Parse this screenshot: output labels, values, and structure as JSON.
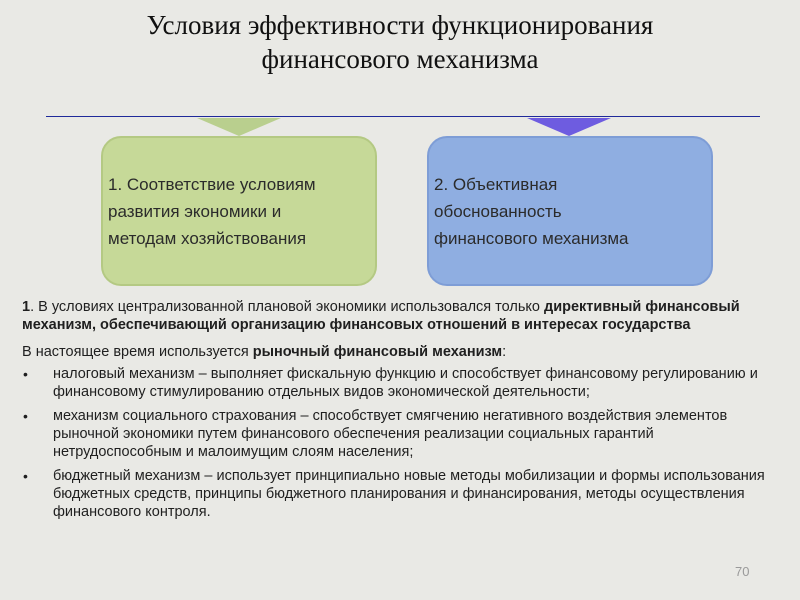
{
  "title": {
    "line1": "Условия эффективности функционирования",
    "line2": "финансового механизма"
  },
  "colors": {
    "left_box": "#c6d998",
    "right_box": "#8faee1",
    "left_arrow": "#b9cf8e",
    "right_arrow": "#6e5ce0",
    "rule": "#1f2a9a"
  },
  "boxes": {
    "left": {
      "line1": "1. Соответствие условиям",
      "line2": "развития экономики и",
      "line3": "методам хозяйствования"
    },
    "right": {
      "line1": "2. Объективная",
      "line2": "обоснованность",
      "line3": "финансового механизма"
    }
  },
  "paragraph1": {
    "num": "1",
    "text": ". В условиях централизованной плановой экономики использовался только ",
    "bold": "директивный финансовый механизм, обеспечивающий организацию финансовых отношений в интересах государства"
  },
  "paragraph2": {
    "text": "В настоящее время используется ",
    "bold": "рыночный финансовый механизм",
    "tail": ":"
  },
  "bullets": [
    "налоговый механизм – выполняет фискальную функцию и способствует финансовому регулированию и финансовому стимулированию отдельных видов экономической деятельности;",
    "механизм социального страхования – способствует смягчению негативного воздействия элементов рыночной экономики путем финансового обеспечения реализации социальных гарантий нетрудоспособным и малоимущим слоям населения;",
    "бюджетный механизм – использует принципиально новые методы мобилизации и формы использования бюджетных средств, принципы бюджетного планирования и финансирования, методы осуществления финансового контроля."
  ],
  "bullet_symbol": "•",
  "page_number": "70"
}
